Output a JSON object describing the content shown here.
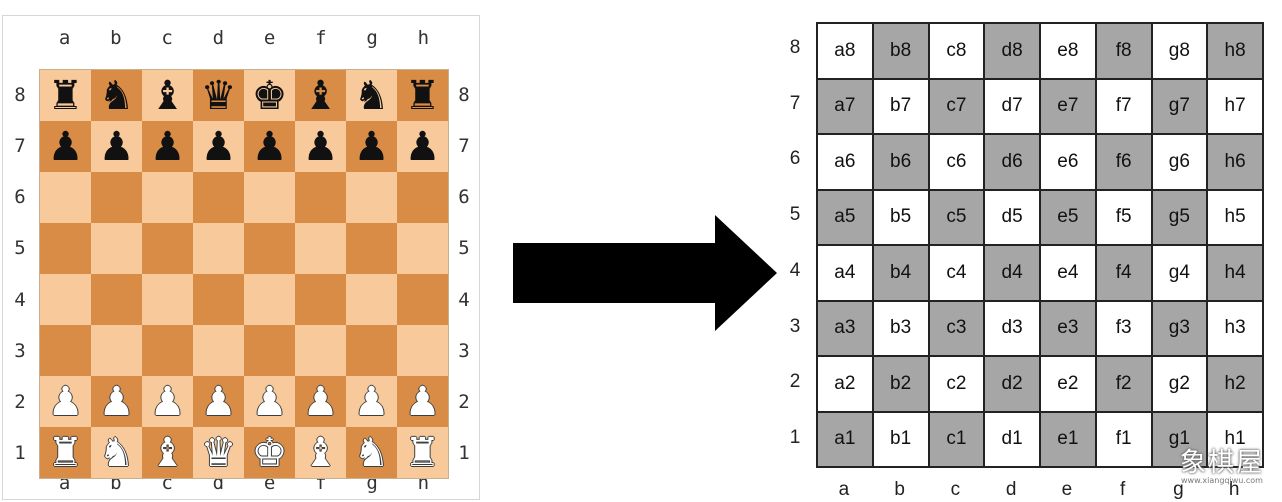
{
  "files": [
    "a",
    "b",
    "c",
    "d",
    "e",
    "f",
    "g",
    "h"
  ],
  "ranks": [
    "8",
    "7",
    "6",
    "5",
    "4",
    "3",
    "2",
    "1"
  ],
  "left_board": {
    "light_color": "#f8c99a",
    "dark_color": "#d88c46",
    "pieces": [
      [
        {
          "glyph": "♜",
          "color": "black",
          "icon": "black-rook-icon"
        },
        {
          "glyph": "♞",
          "color": "black",
          "icon": "black-knight-icon"
        },
        {
          "glyph": "♝",
          "color": "black",
          "icon": "black-bishop-icon"
        },
        {
          "glyph": "♛",
          "color": "black",
          "icon": "black-queen-icon"
        },
        {
          "glyph": "♚",
          "color": "black",
          "icon": "black-king-icon"
        },
        {
          "glyph": "♝",
          "color": "black",
          "icon": "black-bishop-icon"
        },
        {
          "glyph": "♞",
          "color": "black",
          "icon": "black-knight-icon"
        },
        {
          "glyph": "♜",
          "color": "black",
          "icon": "black-rook-icon"
        }
      ],
      [
        {
          "glyph": "♟",
          "color": "black",
          "icon": "black-pawn-icon"
        },
        {
          "glyph": "♟",
          "color": "black",
          "icon": "black-pawn-icon"
        },
        {
          "glyph": "♟",
          "color": "black",
          "icon": "black-pawn-icon"
        },
        {
          "glyph": "♟",
          "color": "black",
          "icon": "black-pawn-icon"
        },
        {
          "glyph": "♟",
          "color": "black",
          "icon": "black-pawn-icon"
        },
        {
          "glyph": "♟",
          "color": "black",
          "icon": "black-pawn-icon"
        },
        {
          "glyph": "♟",
          "color": "black",
          "icon": "black-pawn-icon"
        },
        {
          "glyph": "♟",
          "color": "black",
          "icon": "black-pawn-icon"
        }
      ],
      [
        null,
        null,
        null,
        null,
        null,
        null,
        null,
        null
      ],
      [
        null,
        null,
        null,
        null,
        null,
        null,
        null,
        null
      ],
      [
        null,
        null,
        null,
        null,
        null,
        null,
        null,
        null
      ],
      [
        null,
        null,
        null,
        null,
        null,
        null,
        null,
        null
      ],
      [
        {
          "glyph": "♟",
          "color": "white",
          "icon": "white-pawn-icon"
        },
        {
          "glyph": "♟",
          "color": "white",
          "icon": "white-pawn-icon"
        },
        {
          "glyph": "♟",
          "color": "white",
          "icon": "white-pawn-icon"
        },
        {
          "glyph": "♟",
          "color": "white",
          "icon": "white-pawn-icon"
        },
        {
          "glyph": "♟",
          "color": "white",
          "icon": "white-pawn-icon"
        },
        {
          "glyph": "♟",
          "color": "white",
          "icon": "white-pawn-icon"
        },
        {
          "glyph": "♟",
          "color": "white",
          "icon": "white-pawn-icon"
        },
        {
          "glyph": "♟",
          "color": "white",
          "icon": "white-pawn-icon"
        }
      ],
      [
        {
          "glyph": "♜",
          "color": "white",
          "icon": "white-rook-icon"
        },
        {
          "glyph": "♞",
          "color": "white",
          "icon": "white-knight-icon"
        },
        {
          "glyph": "♝",
          "color": "white",
          "icon": "white-bishop-icon"
        },
        {
          "glyph": "♛",
          "color": "white",
          "icon": "white-queen-icon"
        },
        {
          "glyph": "♚",
          "color": "white",
          "icon": "white-king-icon"
        },
        {
          "glyph": "♝",
          "color": "white",
          "icon": "white-bishop-icon"
        },
        {
          "glyph": "♞",
          "color": "white",
          "icon": "white-knight-icon"
        },
        {
          "glyph": "♜",
          "color": "white",
          "icon": "white-rook-icon"
        }
      ]
    ]
  },
  "arrow": {
    "icon": "right-arrow-icon",
    "color": "#000000"
  },
  "right_board": {
    "light_color": "#ffffff",
    "dark_color": "#a6a6a6",
    "squares": [
      [
        "a8",
        "b8",
        "c8",
        "d8",
        "e8",
        "f8",
        "g8",
        "h8"
      ],
      [
        "a7",
        "b7",
        "c7",
        "d7",
        "e7",
        "f7",
        "g7",
        "h7"
      ],
      [
        "a6",
        "b6",
        "c6",
        "d6",
        "e6",
        "f6",
        "g6",
        "h6"
      ],
      [
        "a5",
        "b5",
        "c5",
        "d5",
        "e5",
        "f5",
        "g5",
        "h5"
      ],
      [
        "a4",
        "b4",
        "c4",
        "d4",
        "e4",
        "f4",
        "g4",
        "h4"
      ],
      [
        "a3",
        "b3",
        "c3",
        "d3",
        "e3",
        "f3",
        "g3",
        "h3"
      ],
      [
        "a2",
        "b2",
        "c2",
        "d2",
        "e2",
        "f2",
        "g2",
        "h2"
      ],
      [
        "a1",
        "b1",
        "c1",
        "d1",
        "e1",
        "f1",
        "g1",
        "h1"
      ]
    ]
  },
  "watermark": {
    "main": "象棋屋",
    "sub": "www.xiangqiwu.com"
  }
}
